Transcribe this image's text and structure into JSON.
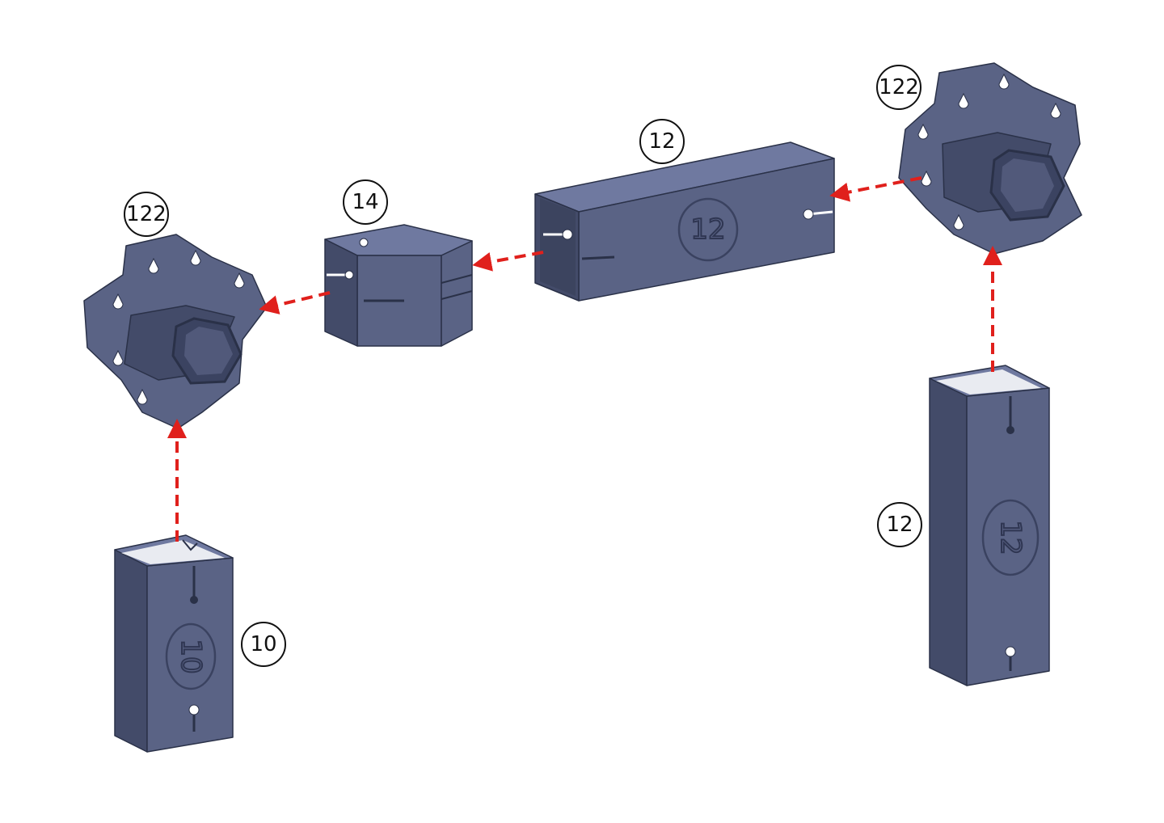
{
  "colors": {
    "part": "#5a6385",
    "part_light": "#6f79a0",
    "part_dark": "#434b69",
    "arrow": "#e0201c"
  },
  "labels": {
    "connector_left": "122",
    "connector_right": "122",
    "coupler": "14",
    "tube_horizontal": "12",
    "tube_left": "10",
    "tube_right": "12"
  },
  "embossed": {
    "tube_horizontal": "12",
    "tube_left": "10",
    "tube_right": "12"
  }
}
